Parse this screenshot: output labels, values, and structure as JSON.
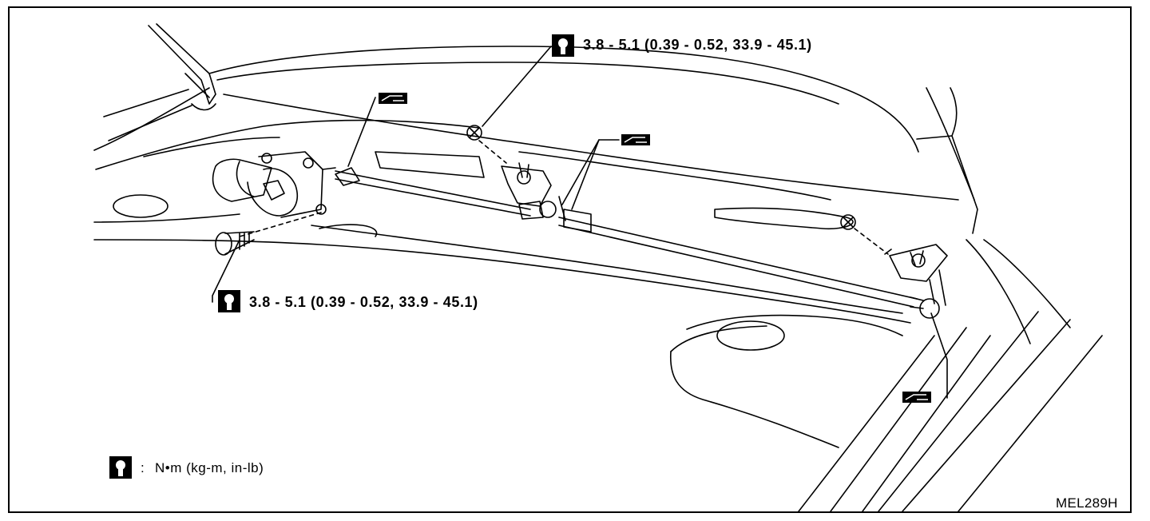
{
  "figure_id": "MEL289H",
  "torque_spec_top": "3.8 - 5.1 (0.39 - 0.52, 33.9 - 45.1)",
  "torque_spec_left": "3.8 - 5.1 (0.39 - 0.52, 33.9 - 45.1)",
  "legend": {
    "separator": ":",
    "units_text": "N•m (kg-m, in-lb)"
  },
  "icons": {
    "torque": "torque-wrench-icon",
    "grease": "grease-symbol-icon"
  }
}
